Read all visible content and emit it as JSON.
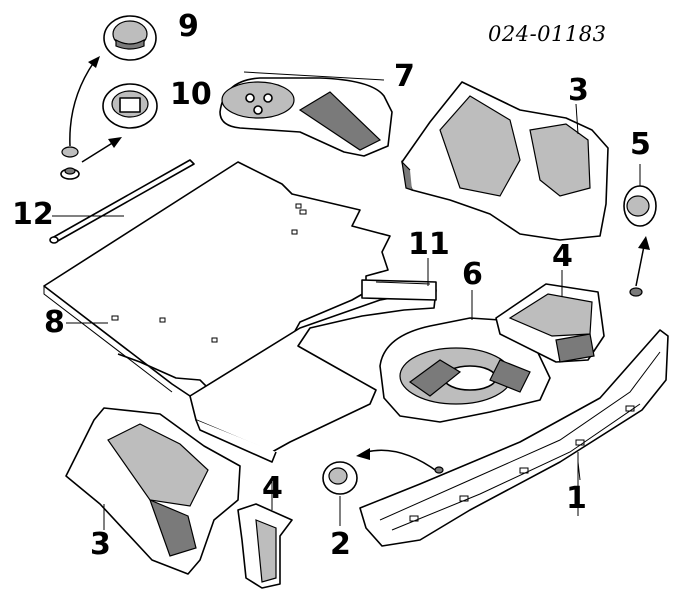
{
  "document_number": "024-01183",
  "callouts": {
    "c1": "1",
    "c2": "2",
    "c3_top": "3",
    "c3_bottom": "3",
    "c4_top": "4",
    "c4_bottom": "4",
    "c5": "5",
    "c6": "6",
    "c7": "7",
    "c8": "8",
    "c9": "9",
    "c10": "10",
    "c11": "11",
    "c12": "12"
  }
}
